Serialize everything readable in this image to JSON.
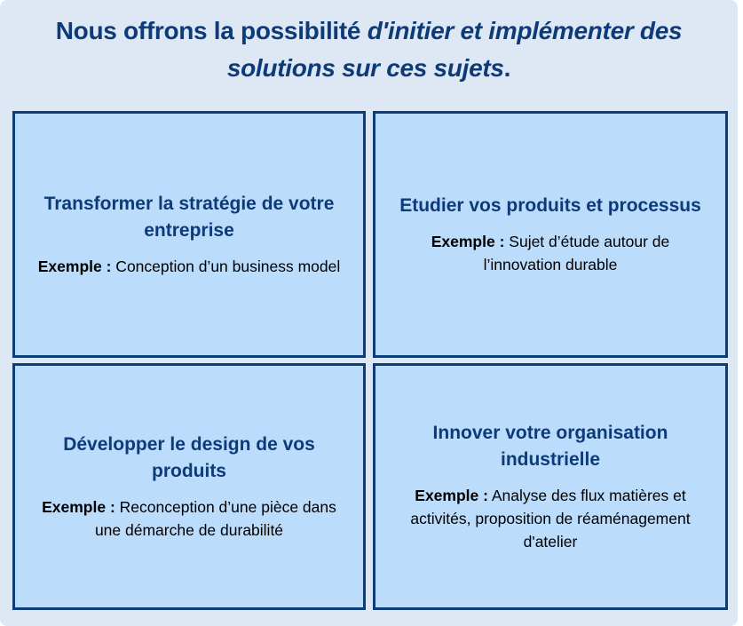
{
  "heading": {
    "part1": "Nous offrons la possibilité ",
    "part2_italic": "d'initier et implémenter des solutions sur ces sujets",
    "part3": "."
  },
  "example_label": "Exemple :",
  "boxes": [
    {
      "title": "Transformer la stratégie de votre entreprise",
      "example": " Conception d’un business model"
    },
    {
      "title": "Etudier vos produits et processus",
      "example": " Sujet d’étude autour de l’innovation durable"
    },
    {
      "title": "Développer le design de vos produits",
      "example": " Reconception d’une pièce dans une démarche de durabilité"
    },
    {
      "title": "Innover votre organisation industrielle",
      "example": " Analyse des flux matières et activités, proposition de réaménagement d'atelier"
    }
  ],
  "colors": {
    "background": "#dde8f4",
    "box_fill": "#bcdcfc",
    "border": "#0d3e7a",
    "title": "#0d3a78"
  }
}
